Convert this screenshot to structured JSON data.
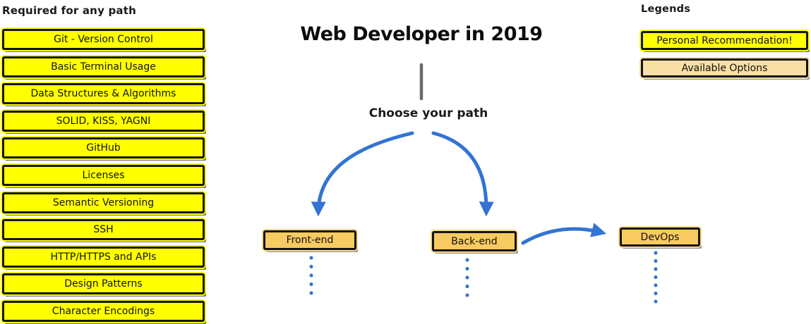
{
  "colors": {
    "highlight_yellow": "#FFFF00",
    "option_orange": "#F8CA62",
    "option_tan": "#F8DFA3",
    "arrow_blue": "#3273D4",
    "divider_gray": "#6A6A6A",
    "border_black": "#141414"
  },
  "required_section": {
    "heading": "Required for any path",
    "items": [
      "Git - Version Control",
      "Basic Terminal Usage",
      "Data Structures & Algorithms",
      "SOLID, KISS, YAGNI",
      "GitHub",
      "Licenses",
      "Semantic Versioning",
      "SSH",
      "HTTP/HTTPS and APIs",
      "Design Patterns",
      "Character Encodings"
    ]
  },
  "header": {
    "title": "Web Developer in 2019",
    "subtitle": "Choose your path"
  },
  "legends": {
    "heading": "Legends",
    "items": [
      {
        "label": "Personal Recommendation!",
        "style": "recommendation"
      },
      {
        "label": "Available Options",
        "style": "option"
      }
    ]
  },
  "paths": {
    "frontend": "Front-end",
    "backend": "Back-end",
    "devops": "DevOps"
  }
}
